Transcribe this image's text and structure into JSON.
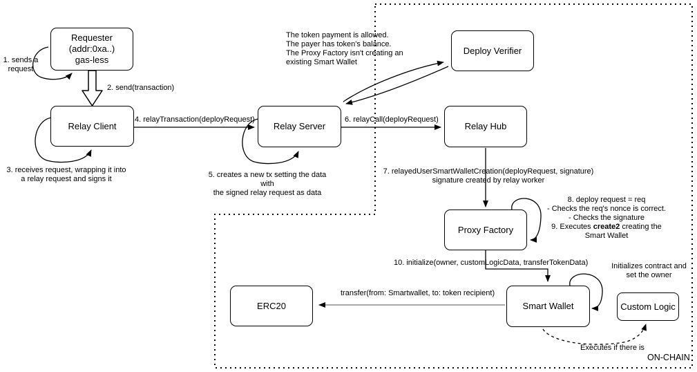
{
  "diagram_title": "relayed smart wallet creation flow",
  "colors": {
    "line": "#000000",
    "box_border": "#000000",
    "box_fill": "#ffffff",
    "background": "#ffffff",
    "transfer_line": "#8c8c8c"
  },
  "nodes": {
    "requester": {
      "label": "Requester\n(addr:0xa..)\ngas-less"
    },
    "relay_client": {
      "label": "Relay Client"
    },
    "relay_server": {
      "label": "Relay Server"
    },
    "deploy_verifier": {
      "label": "Deploy Verifier"
    },
    "relay_hub": {
      "label": "Relay Hub"
    },
    "proxy_factory": {
      "label": "Proxy Factory"
    },
    "smart_wallet": {
      "label": "Smart Wallet"
    },
    "custom_logic": {
      "label": "Custom Logic"
    },
    "erc20": {
      "label": "ERC20"
    }
  },
  "annotations": {
    "step1": "1. sends a\nrequest",
    "step2": "2. send(transaction)",
    "step3": "3. receives request, wrapping it into\na relay request and signs it",
    "step4": "4. relayTransaction(deployRequest)",
    "step5": "5. creates a new tx setting the data with\nthe signed relay request as data",
    "step6": "6. relayCall(deployRequest)",
    "verifier_checks": "The token payment is allowed.\nThe payer has token's balance.\nThe Proxy Factory isn't creating an\nexisting Smart Wallet",
    "step7": "7. relayedUserSmartWalletCreation(deployRequest, signature)\nsignature created by relay worker",
    "step8_line1": "8. deploy request = req",
    "step8_line2": "- Checks the req's nonce is correct.",
    "step8_line3": "- Checks the signature",
    "step9_prefix": "9. Executes ",
    "step9_bold": "create2",
    "step9_suffix": " creating the",
    "step9_line2": "Smart Wallet",
    "step10": "10. initialize(owner, customLogicData, transferTokenData)",
    "init_note": "Initializes contract and\nset the owner",
    "transfer_label": "transfer(from: Smartwallet, to: token recipient)",
    "executes_note": "Executes if there is",
    "onchain_label": "ON-CHAIN"
  }
}
